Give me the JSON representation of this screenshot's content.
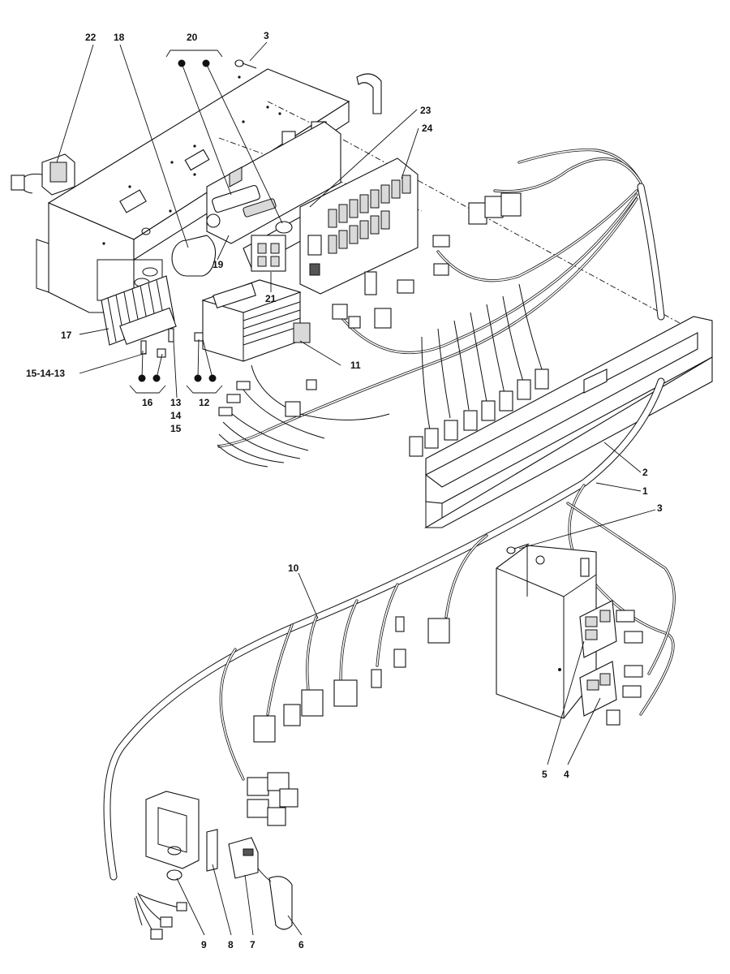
{
  "callouts": {
    "c1": "1",
    "c2": "2",
    "c3a": "3",
    "c3b": "3",
    "c4": "4",
    "c5": "5",
    "c6": "6",
    "c7": "7",
    "c8": "8",
    "c9": "9",
    "c10": "10",
    "c11": "11",
    "c12": "12",
    "c13": "13",
    "c14": "14",
    "c15": "15",
    "c15_14_13": "15-14-13",
    "c16": "16",
    "c17": "17",
    "c18": "18",
    "c19": "19",
    "c20": "20",
    "c21": "21",
    "c22": "22",
    "c23": "23",
    "c24": "24"
  }
}
